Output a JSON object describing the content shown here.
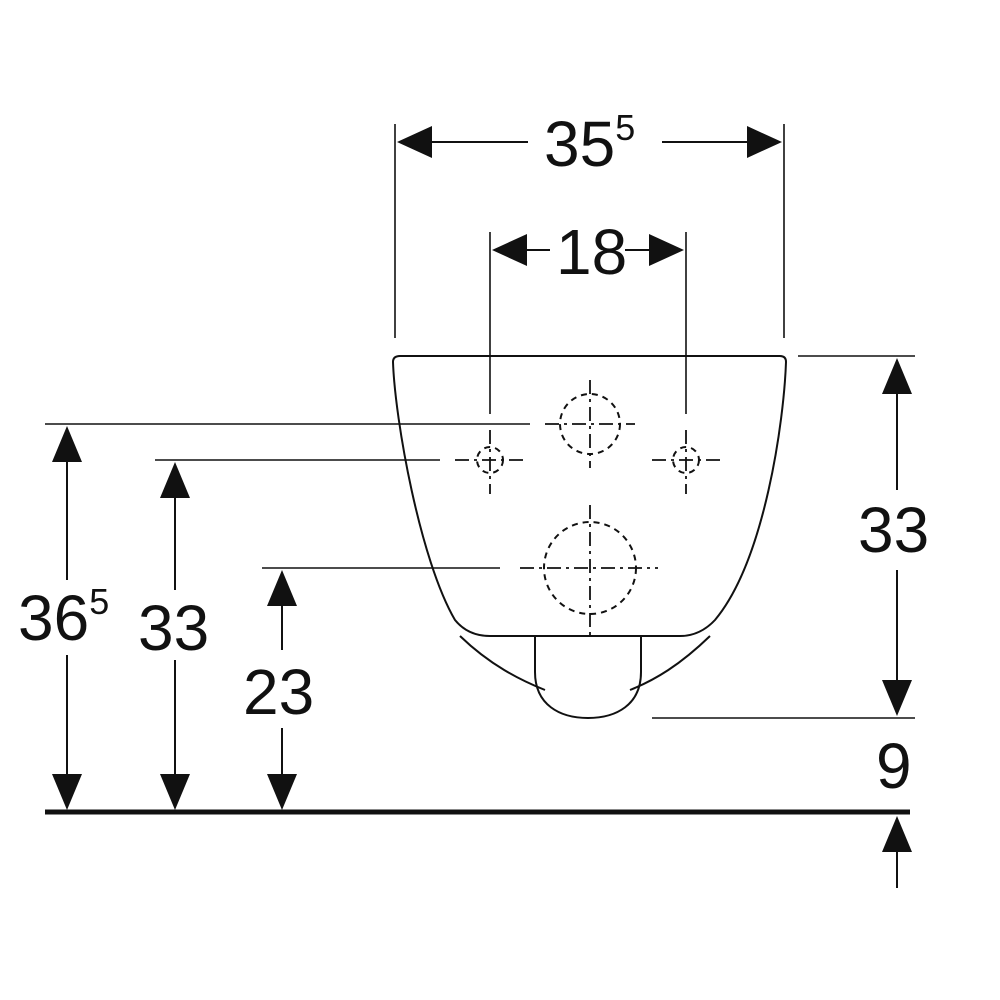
{
  "dimensions": {
    "overall_width": {
      "base": "35",
      "sup": "5"
    },
    "fixing_spacing": "18",
    "fixing_height_left": {
      "base": "36",
      "sup": "5"
    },
    "side_fixing_height": "33",
    "waste_height": "23",
    "bowl_height": "33",
    "clearance_bottom": "9"
  }
}
